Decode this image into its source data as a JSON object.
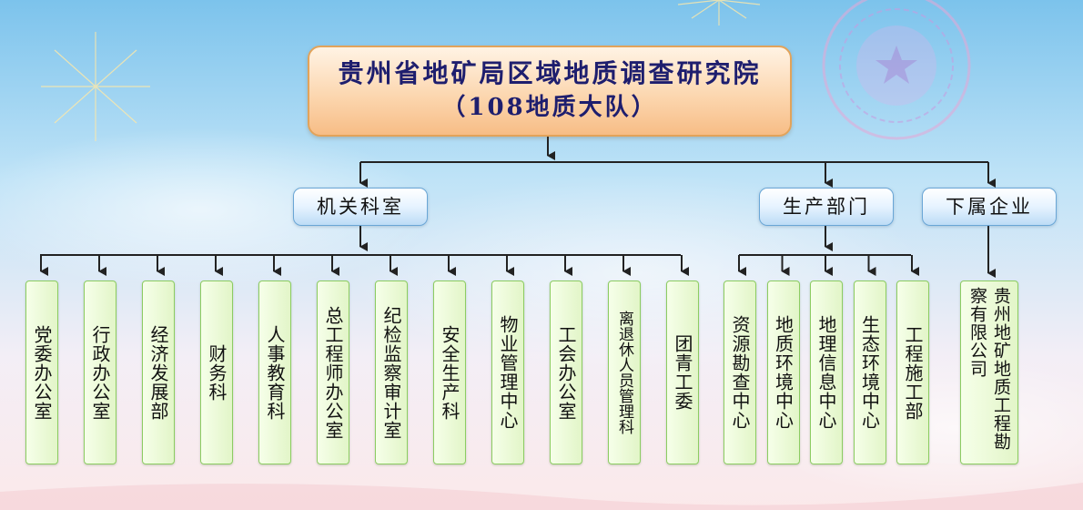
{
  "root": {
    "line1": "贵州省地矿局区域地质调查研究院",
    "line2": "（108地质大队）"
  },
  "categories": [
    {
      "label": "机关科室"
    },
    {
      "label": "生产部门"
    },
    {
      "label": "下属企业"
    }
  ],
  "offices": [
    "党委办公室",
    "行政办公室",
    "经济发展部",
    "财务科",
    "人事教育科",
    "总工程师办公室",
    "纪检监察审计室",
    "安全生产科",
    "物业管理中心",
    "工会办公室",
    "离退休人员管理科",
    "团青工委"
  ],
  "production": [
    "资源勘查中心",
    "地质环境中心",
    "地理信息中心",
    "生态环境中心",
    "工程施工部"
  ],
  "enterprise": [
    "贵州地矿地质工程勘察有限公司"
  ],
  "colors": {
    "connector": "#222222",
    "title_text": "#1e1e6e",
    "category_border": "#6aa6d6",
    "unit_border": "#8ccc62"
  }
}
